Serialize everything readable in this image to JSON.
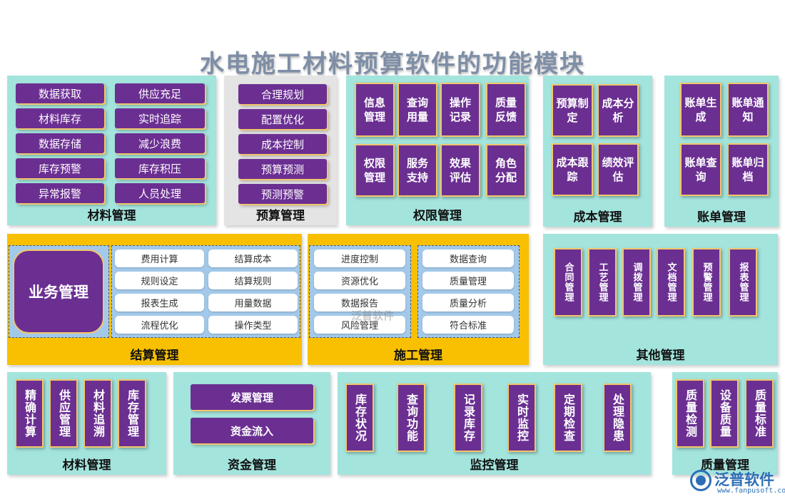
{
  "title": "水电施工材料预算软件的功能模块",
  "row1": {
    "material": {
      "label": "材料管理",
      "items": [
        "数据获取",
        "供应充足",
        "材料库存",
        "实时追踪",
        "数据存储",
        "减少浪费",
        "库存预警",
        "库存积压",
        "异常报警",
        "人员处理"
      ]
    },
    "budget": {
      "label": "预算管理",
      "items": [
        "合理规划",
        "配置优化",
        "成本控制",
        "预算预测",
        "预测预警"
      ]
    },
    "permission": {
      "label": "权限管理",
      "items": [
        "信息管理",
        "查询用量",
        "操作记录",
        "质量反馈",
        "权限管理",
        "服务支持",
        "效果评估",
        "角色分配"
      ]
    },
    "cost": {
      "label": "成本管理",
      "items": [
        "预算制定",
        "成本分析",
        "成本跟踪",
        "绩效评估"
      ]
    },
    "bill": {
      "label": "账单管理",
      "items": [
        "账单生成",
        "账单通知",
        "账单查询",
        "账单归档"
      ]
    }
  },
  "row2": {
    "settlement": {
      "label": "结算管理",
      "business": "业务管理",
      "items": [
        "费用计算",
        "结算成本",
        "规则设定",
        "结算规则",
        "报表生成",
        "用量数据",
        "流程优化",
        "操作类型"
      ]
    },
    "construction": {
      "label": "施工管理",
      "left": [
        "进度控制",
        "资源优化",
        "数据报告",
        "风险管理"
      ],
      "right": [
        "数据查询",
        "质量管理",
        "质量分析",
        "符合标准"
      ]
    },
    "other": {
      "label": "其他管理",
      "items": [
        "合同管理",
        "工艺管理",
        "调拨管理",
        "文档管理",
        "预警管理",
        "报表管理"
      ]
    }
  },
  "row3": {
    "material": {
      "label": "材料管理",
      "items": [
        "精确计算",
        "供应管理",
        "材料追溯",
        "库存管理"
      ]
    },
    "funds": {
      "label": "资金管理",
      "items": [
        "发票管理",
        "资金流入"
      ]
    },
    "monitor": {
      "label": "监控管理",
      "items": [
        "库存状况",
        "查询功能",
        "记录库存",
        "实时监控",
        "定期检查",
        "处理隐患"
      ]
    },
    "quality": {
      "label": "质量管理",
      "items": [
        "质量检测",
        "设备质量",
        "质量标准"
      ]
    }
  },
  "watermark": "泛普软件",
  "logo": {
    "name": "泛普软件",
    "url": "www.fanpusoft.com"
  },
  "colors": {
    "teal": "#a3e4dd",
    "purple": "#6b2f92",
    "orange": "#f8c000",
    "grey": "#e4e4e4",
    "title": "#7e8ea6"
  }
}
